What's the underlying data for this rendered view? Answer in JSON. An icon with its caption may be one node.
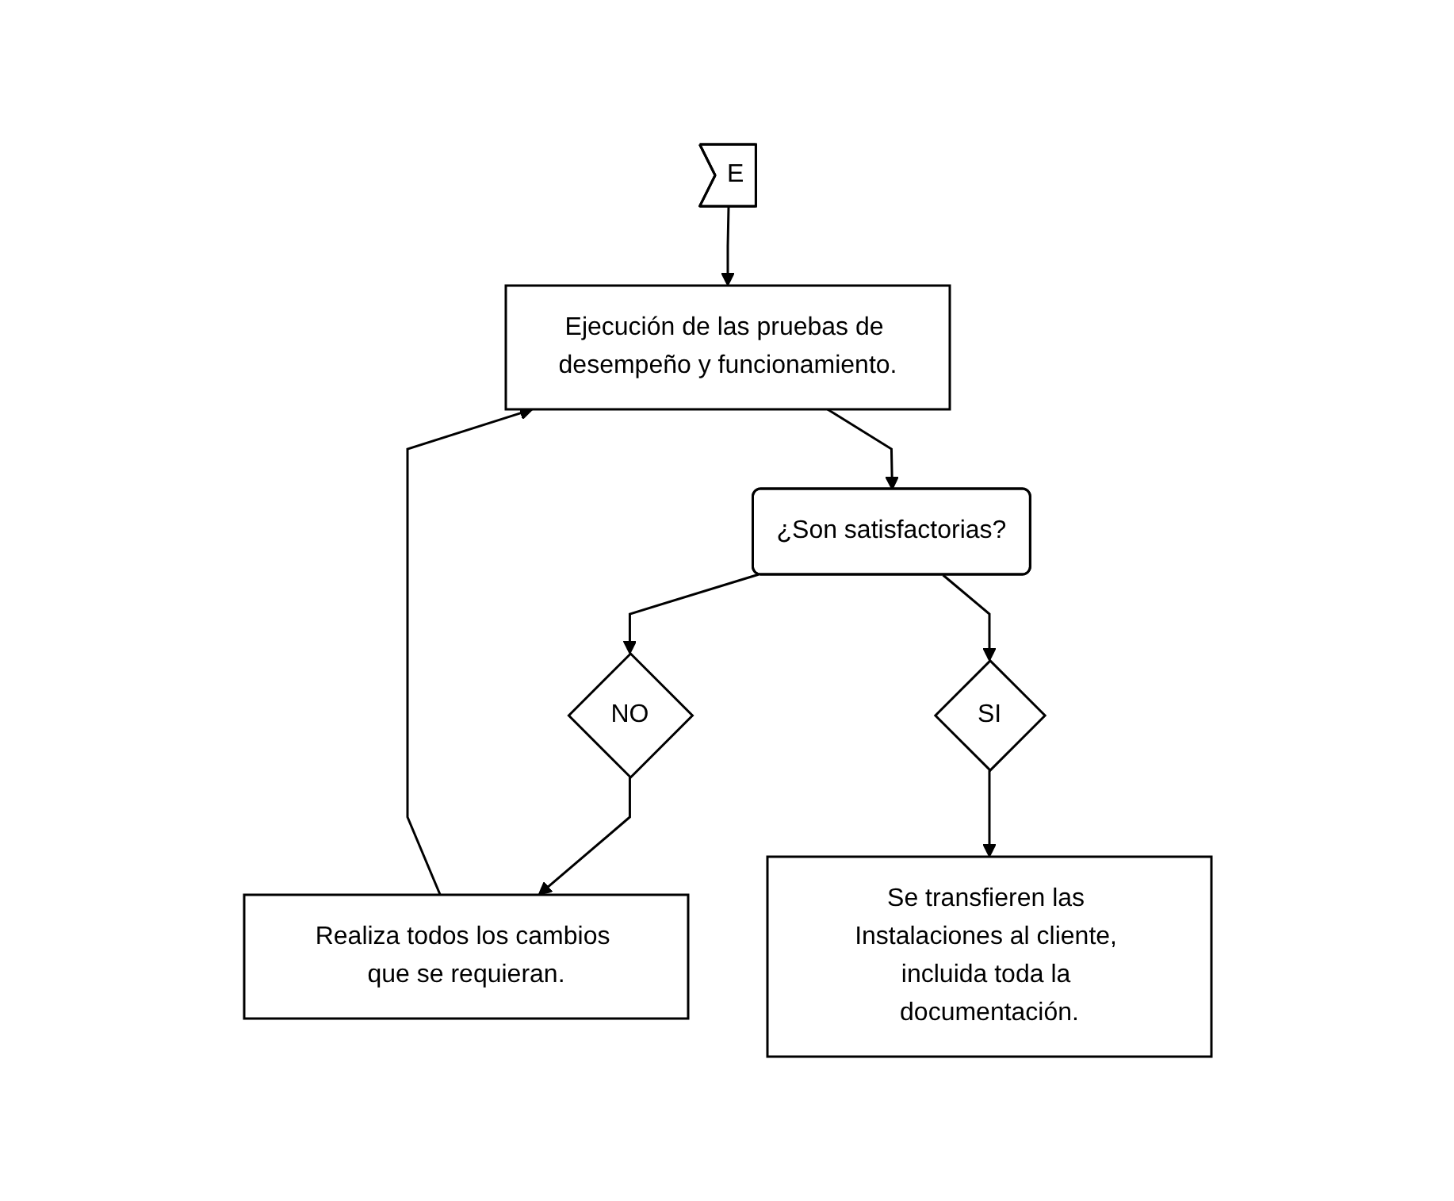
{
  "diagram": {
    "nodes": [
      {
        "text": [
          "E"
        ]
      },
      {
        "text": [
          "Ejecución de las pruebas de desempeño y funcionamiento."
        ]
      },
      {
        "text": [
          "Realiza todos los cambios que se requieran."
        ]
      },
      {
        "text": [
          "¿Son satisfactorias?"
        ]
      },
      {
        "text": [
          "NO"
        ]
      },
      {
        "text": [
          "SI"
        ]
      },
      {
        "text": [
          "Se transfieren las Instalaciones al cliente, incluida toda la documentación."
        ]
      }
    ],
    "edges": [
      {
        "from": 0,
        "to": 1,
        "arrow": "to"
      },
      {
        "from": 2,
        "to": 1,
        "arrow": "to"
      },
      {
        "from": 1,
        "to": 3,
        "arrow": "to"
      },
      {
        "from": 3,
        "to": 4,
        "arrow": "to"
      },
      {
        "from": 4,
        "to": 2,
        "arrow": "to"
      },
      {
        "from": 3,
        "to": 5,
        "arrow": "to"
      },
      {
        "from": 5,
        "to": 6,
        "arrow": "to"
      }
    ]
  }
}
